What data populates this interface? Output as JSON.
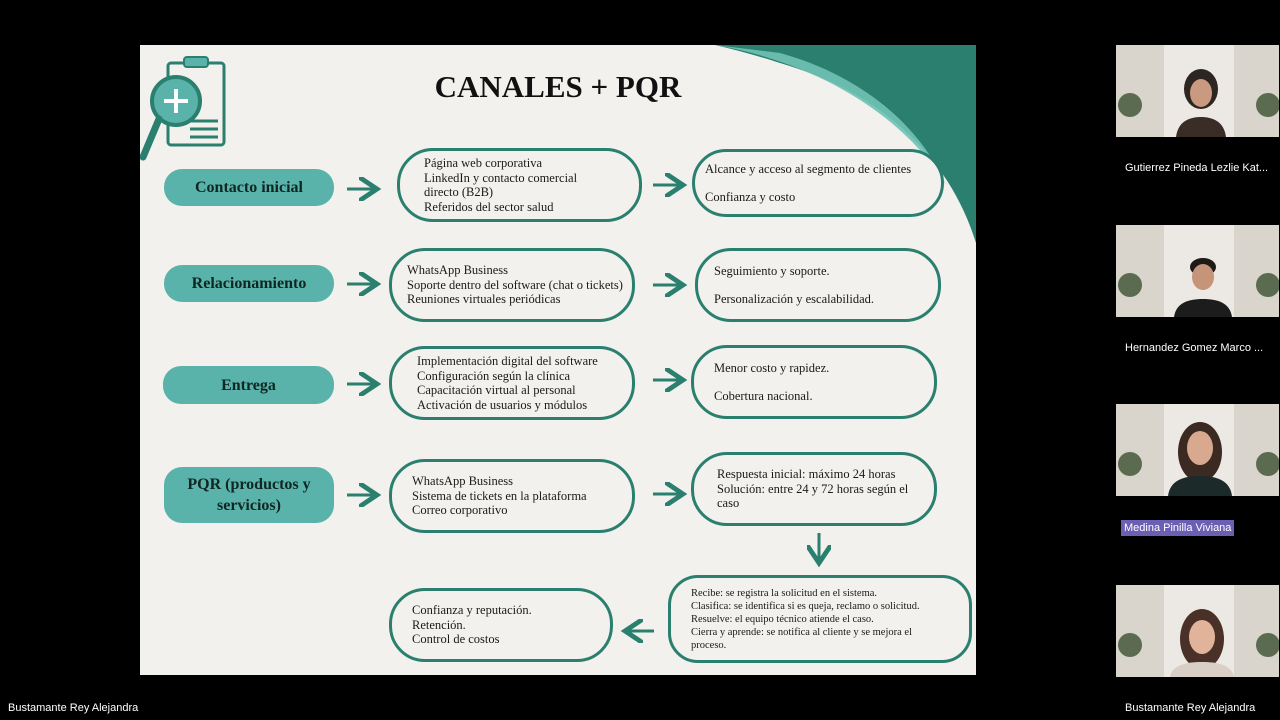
{
  "slide": {
    "title": "CANALES + PQR",
    "rows": [
      {
        "label": "Contacto inicial",
        "channels": [
          "Página web corporativa",
          "LinkedIn y contacto comercial",
          "directo (B2B)",
          "Referidos del sector salud"
        ],
        "benefits": [
          "Alcance y acceso al segmento de clientes",
          "",
          "Confianza y costo"
        ]
      },
      {
        "label": "Relacionamiento",
        "channels": [
          "WhatsApp Business",
          "Soporte dentro del software (chat o tickets)",
          "Reuniones virtuales periódicas"
        ],
        "benefits": [
          "Seguimiento y soporte.",
          "",
          "Personalización y escalabilidad."
        ]
      },
      {
        "label": "Entrega",
        "channels": [
          "Implementación digital del software",
          "Configuración según la clínica",
          "Capacitación virtual al personal",
          "Activación de usuarios y módulos"
        ],
        "benefits": [
          "Menor costo y rapidez.",
          "",
          "Cobertura nacional."
        ]
      },
      {
        "label_lines": [
          "PQR (productos y",
          "servicios)"
        ],
        "channels": [
          "WhatsApp Business",
          "Sistema de tickets en la plataforma",
          "Correo corporativo"
        ],
        "benefits": [
          "Respuesta inicial: máximo 24 horas",
          "Solución: entre 24 y 72 horas según el",
          "caso"
        ]
      }
    ],
    "process": [
      "Recibe: se registra la solicitud en el sistema.",
      "Clasifica: se identifica si es queja, reclamo o solicitud.",
      "Resuelve: el equipo técnico atiende el caso.",
      "Cierra y aprende: se notifica al cliente y se mejora el",
      "proceso."
    ],
    "outcomes": [
      "Confianza y reputación.",
      "Retención.",
      "Control de costos"
    ]
  },
  "participants": [
    {
      "name": "Gutierrez Pineda Lezlie Kat...",
      "active": false
    },
    {
      "name": "Hernandez Gomez Marco ...",
      "active": false
    },
    {
      "name": "Medina Pinilla Viviana",
      "active": true
    },
    {
      "name": "Bustamante Rey Alejandra",
      "active": false
    }
  ],
  "presenter_label": "Bustamante Rey Alejandra",
  "colors": {
    "accent": "#2a7f6f",
    "label_fill": "#5ab3ab",
    "slide_bg": "#f2f1ed",
    "active_name": "#6a5fb3"
  }
}
